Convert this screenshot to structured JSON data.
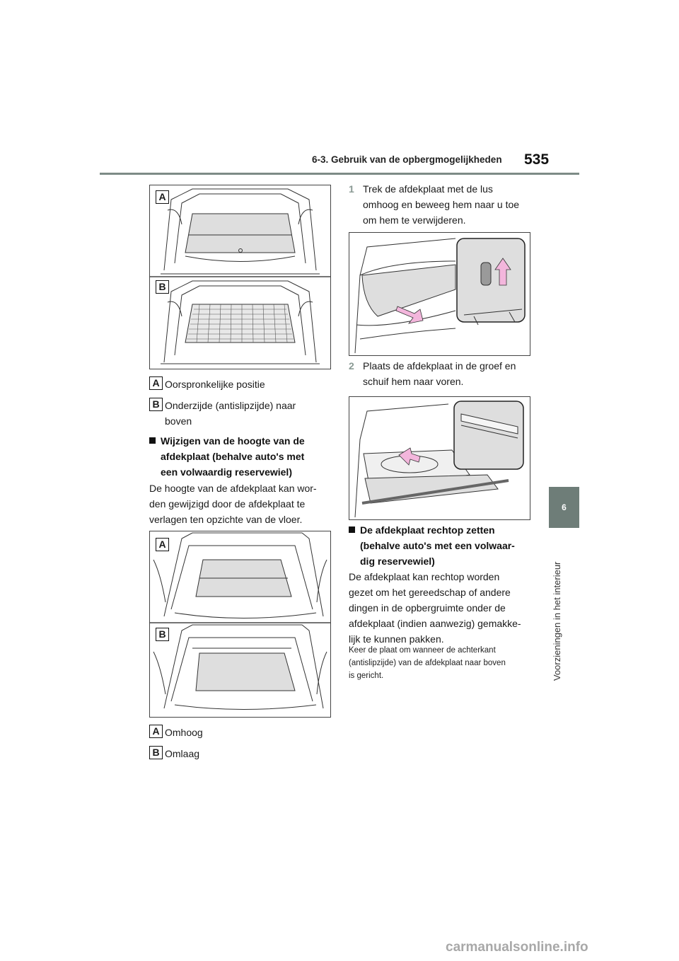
{
  "header": {
    "section_title": "6-3. Gebruik van de opbergmogelijkheden",
    "page_number": "535"
  },
  "side_tab": {
    "chapter_number": "6",
    "chapter_title": "Voorzieningen in het interieur"
  },
  "figure_labels": {
    "a": "A",
    "b": "B"
  },
  "left": {
    "captions_1": {
      "a": "Oorspronkelijke positie",
      "b_line1": "Onderzijde (antislipzijde) naar",
      "b_line2": "boven"
    },
    "heading": [
      "Wijzigen van de hoogte van de",
      "afdekplaat (behalve auto's met",
      "een volwaardig reservewiel)"
    ],
    "paragraph": [
      "De hoogte van de afdekplaat kan wor-",
      "den gewijzigd door de afdekplaat te",
      "verlagen ten opzichte van de vloer."
    ],
    "captions_2": {
      "a": "Omhoog",
      "b": "Omlaag"
    }
  },
  "right": {
    "step1": {
      "number": "1",
      "lines": [
        "Trek de afdekplaat met de lus",
        "omhoog en beweeg hem naar u toe",
        "om hem te verwijderen."
      ]
    },
    "step2": {
      "number": "2",
      "lines": [
        "Plaats de afdekplaat in de groef en",
        "schuif hem naar voren."
      ]
    },
    "heading": [
      "De afdekplaat rechtop zetten",
      "(behalve auto's met een volwaar-",
      "dig reservewiel)"
    ],
    "paragraph": [
      "De afdekplaat kan rechtop worden",
      "gezet om het gereedschap of andere",
      "dingen in de opbergruimte onder de",
      "afdekplaat (indien aanwezig) gemakke-",
      "lijk te kunnen pakken."
    ],
    "note": [
      "Keer de plaat om wanneer de achterkant",
      "(antislipzijde) van de afdekplaat naar boven",
      "is gericht."
    ]
  },
  "footer": {
    "watermark": "carmanualsonline.info"
  },
  "colors": {
    "rule": "#7d8b86",
    "tab": "#6e7d78",
    "panel": "#dedede",
    "arrow": "#f3b6dc"
  }
}
